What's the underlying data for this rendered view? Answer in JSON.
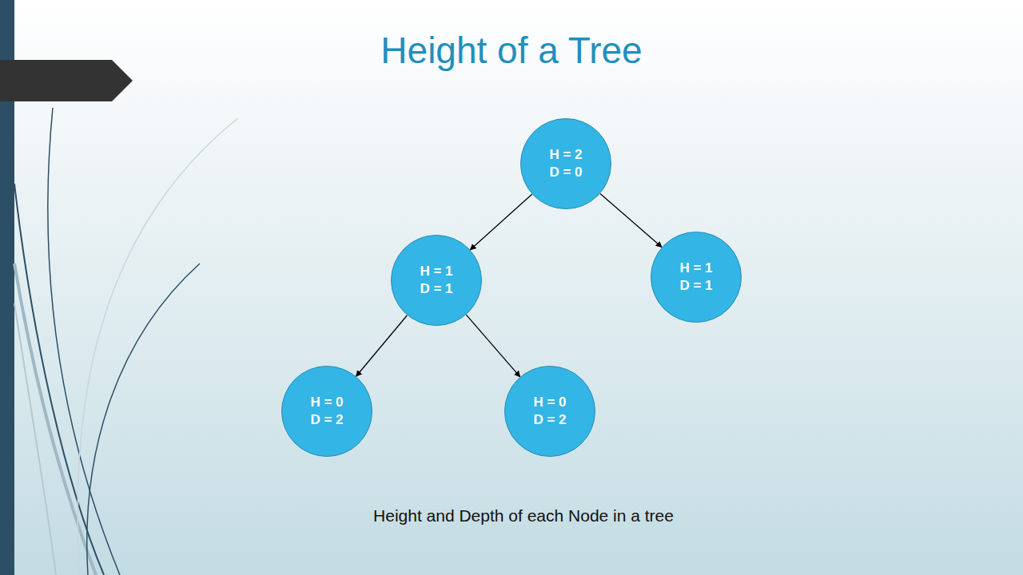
{
  "diagram": {
    "title": "Height of a Tree",
    "caption": "Height and Depth of each Node in a tree",
    "nodes": [
      {
        "text": [
          "H = 2",
          "D = 0"
        ]
      },
      {
        "text": [
          "H = 1",
          "D = 1"
        ]
      },
      {
        "text": [
          "H = 1",
          "D = 1"
        ]
      },
      {
        "text": [
          "H = 0",
          "D = 2"
        ]
      },
      {
        "text": [
          "H = 0",
          "D = 2"
        ]
      }
    ],
    "edges": [
      {
        "from": 0,
        "to": 1,
        "arrow": "to"
      },
      {
        "from": 0,
        "to": 2,
        "arrow": "to"
      },
      {
        "from": 1,
        "to": 3,
        "arrow": "to"
      },
      {
        "from": 1,
        "to": 4,
        "arrow": "to"
      }
    ]
  }
}
